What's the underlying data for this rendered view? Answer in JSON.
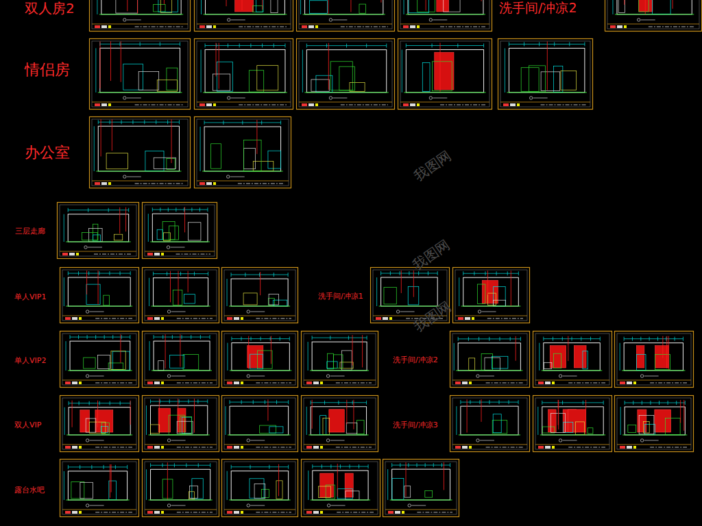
{
  "diagram": {
    "labels": [
      "双人房2",
      "洗手间/冲凉2",
      "情侣房",
      "办公室",
      "三层走廊",
      "单人VIP1",
      "洗手间/冲凉1",
      "单人VIP2",
      "洗手间/冲凉2",
      "双人VIP",
      "洗手间/冲凉3",
      "露台水吧",
      "我图网",
      "我图网",
      "我图网"
    ]
  }
}
